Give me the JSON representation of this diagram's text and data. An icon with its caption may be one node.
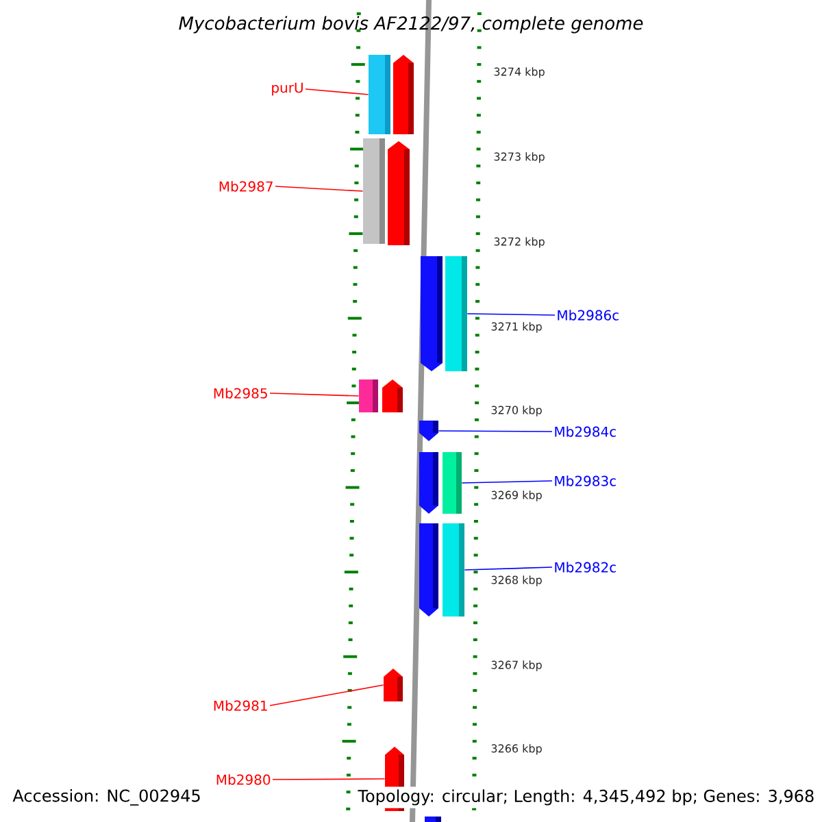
{
  "diagram": {
    "title": "Mycobacterium bovis AF2122/97, complete genome",
    "nodes": [
      {
        "text": [
          "purU"
        ]
      },
      {
        "text": [
          "Mb2987"
        ]
      },
      {
        "text": [
          "Mb2986c"
        ]
      },
      {
        "text": [
          "Mb2985"
        ]
      },
      {
        "text": [
          "Mb2984c"
        ]
      },
      {
        "text": [
          "Mb2983c"
        ]
      },
      {
        "text": [
          "Mb2982c"
        ]
      },
      {
        "text": [
          "Mb2981"
        ]
      },
      {
        "text": [
          "Mb2980"
        ]
      },
      {
        "text": [],
        "shape": "box"
      },
      {
        "text": [],
        "shape": "pentagon"
      },
      {
        "text": [],
        "shape": "box"
      },
      {
        "text": [],
        "shape": "pentagon"
      },
      {
        "text": [],
        "shape": "pentagon"
      },
      {
        "text": [],
        "shape": "box"
      },
      {
        "text": [],
        "shape": "box"
      },
      {
        "text": [],
        "shape": "pentagon"
      },
      {
        "text": [],
        "shape": "pentagon"
      },
      {
        "text": [],
        "shape": "pentagon"
      },
      {
        "text": [],
        "shape": "box"
      },
      {
        "text": [],
        "shape": "pentagon"
      },
      {
        "text": [],
        "shape": "box"
      },
      {
        "text": [],
        "shape": "pentagon"
      },
      {
        "text": [],
        "shape": "pentagon"
      },
      {
        "text": [],
        "shape": "box"
      }
    ],
    "edges": [
      {
        "from": 0,
        "to": 9,
        "arrow": "none",
        "color": "#ff0000"
      },
      {
        "from": 1,
        "to": 11,
        "arrow": "none",
        "color": "#ff0000"
      },
      {
        "from": 2,
        "to": 14,
        "arrow": "none",
        "color": "#0000ff"
      },
      {
        "from": 3,
        "to": 15,
        "arrow": "none",
        "color": "#ff0000"
      },
      {
        "from": 4,
        "to": 17,
        "arrow": "none",
        "color": "#0000ff"
      },
      {
        "from": 5,
        "to": 19,
        "arrow": "none",
        "color": "#0000ff"
      },
      {
        "from": 6,
        "to": 21,
        "arrow": "none",
        "color": "#0000ff"
      },
      {
        "from": 7,
        "to": 22,
        "arrow": "none",
        "color": "#ff0000"
      },
      {
        "from": 8,
        "to": 23,
        "arrow": "none",
        "color": "#ff0000"
      }
    ],
    "labels": [
      "3274 kbp",
      "3273 kbp",
      "3272 kbp",
      "3271 kbp",
      "3270 kbp",
      "3269 kbp",
      "3268 kbp",
      "3267 kbp",
      "3266 kbp",
      "Accession: NC_002945",
      "Topology: circular; Length: 4,345,492 bp; Genes: 3,968"
    ]
  }
}
